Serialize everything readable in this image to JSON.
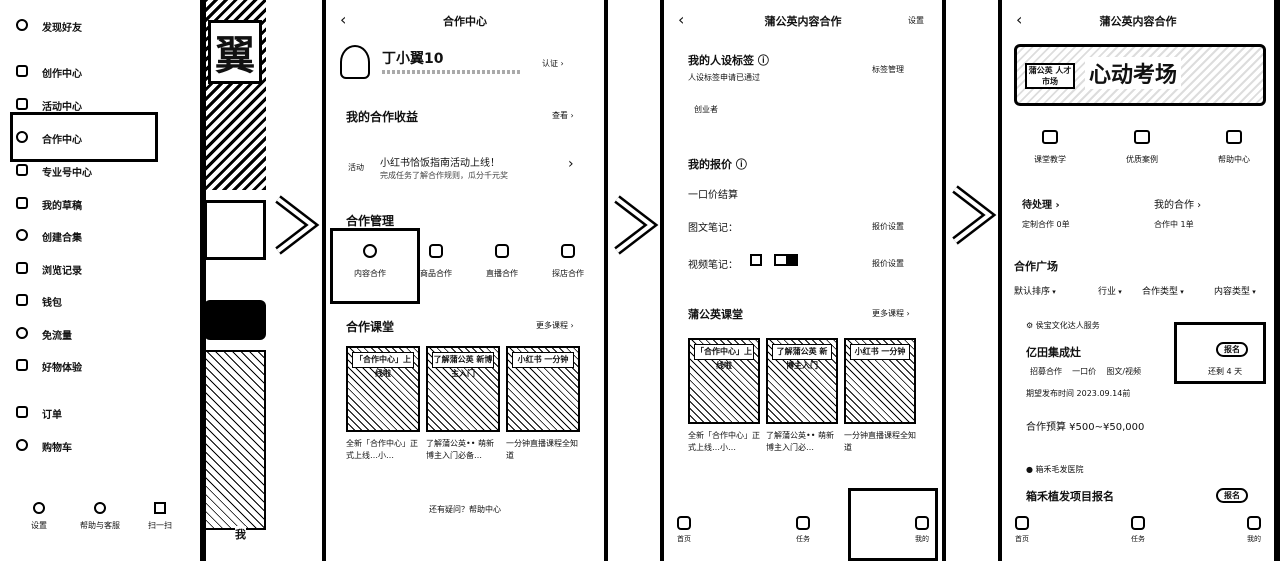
{
  "left_menu": {
    "items": [
      {
        "label": "发现好友",
        "icon": "person-add-icon"
      },
      {
        "label": "创作中心",
        "icon": "location-icon"
      },
      {
        "label": "活动中心",
        "icon": "clock-icon"
      },
      {
        "label": "合作中心",
        "icon": "handshake-icon"
      },
      {
        "label": "专业号中心",
        "icon": "badge-icon"
      },
      {
        "label": "我的草稿",
        "icon": "draft-icon"
      },
      {
        "label": "创建合集",
        "icon": "collection-icon"
      },
      {
        "label": "浏览记录",
        "icon": "history-icon"
      },
      {
        "label": "钱包",
        "icon": "wallet-icon"
      },
      {
        "label": "免流量",
        "icon": "data-icon"
      },
      {
        "label": "好物体验",
        "icon": "gift-icon"
      },
      {
        "label": "订单",
        "icon": "order-icon"
      },
      {
        "label": "购物车",
        "icon": "cart-icon"
      }
    ],
    "bottom": [
      "设置",
      "帮助与客服",
      "扫一扫"
    ]
  },
  "strip1": {
    "text_big": "翼",
    "tag": "我"
  },
  "panel_coop": {
    "title": "合作中心",
    "user_name": "丁小翼10",
    "user_link": "认证",
    "earnings_title": "我的合作收益",
    "earnings_link": "查看",
    "notice_tag": "活动",
    "notice_title": "小红书恰饭指南活动上线！",
    "notice_sub": "完成任务了解合作规则，瓜分千元奖",
    "manage_title": "合作管理",
    "manage_items": [
      "内容合作",
      "商品合作",
      "直播合作",
      "探店合作"
    ],
    "course_title": "合作课堂",
    "course_link": "更多课程",
    "courses": [
      {
        "thumb": "「合作中心」上线啦",
        "caption": "全新「合作中心」正式上线…小…"
      },
      {
        "thumb": "了解蒲公英 新博主入门",
        "caption": "了解蒲公英•• 萌新博主入门必备…"
      },
      {
        "thumb": "小红书 一分钟",
        "caption": "一分钟直播课程全知道"
      }
    ],
    "footer": "还有疑问？帮助中心"
  },
  "panel_pgy": {
    "title": "蒲公英内容合作",
    "settings": "设置",
    "tags_title": "我的人设标签",
    "tags_sub": "人设标签申请已通过",
    "tags_manage": "标签管理",
    "tag_value": "创业者",
    "price_title": "我的报价",
    "price_mode": "一口价结算",
    "price_row1": "图文笔记：",
    "price_row1_action": "报价设置",
    "price_row2": "视频笔记：",
    "price_row2_action": "报价设置",
    "course_title": "蒲公英课堂",
    "course_link": "更多课程",
    "courses": [
      {
        "thumb": "「合作中心」上线啦",
        "caption": "全新「合作中心」正式上线…小…"
      },
      {
        "thumb": "了解蒲公英 新博主入门",
        "caption": "了解蒲公英•• 萌新博主入门必…"
      },
      {
        "thumb": "小红书 一分钟",
        "caption": "一分钟直播课程全知道"
      }
    ],
    "tabs": [
      "首页",
      "任务",
      "我的"
    ]
  },
  "panel_home": {
    "title": "蒲公英内容合作",
    "banner_text": "心动考场",
    "banner_badge": "蒲公英 人才市场",
    "icons": [
      "课堂教学",
      "优质案例",
      "帮助中心"
    ],
    "todo_title": "待处理",
    "todo_sub": "定制合作 0单",
    "mine_title": "我的合作",
    "mine_sub": "合作中 1单",
    "plaza_title": "合作广场",
    "filters": [
      "默认排序",
      "行业",
      "合作类型",
      "内容类型"
    ],
    "card1": {
      "brand": "侯宝文化达人服务",
      "name": "亿田集成灶",
      "tags": [
        "招募合作",
        "一口价",
        "图文/视频"
      ],
      "date": "期望发布时间 2023.09.14前",
      "budget": "合作预算 ¥500~¥50,000",
      "status": "报名",
      "remain": "还剩 4 天"
    },
    "card2": {
      "brand": "箱禾毛发医院",
      "name": "箱禾植发项目报名",
      "status": "报名"
    },
    "tabs": [
      "首页",
      "任务",
      "我的"
    ]
  }
}
